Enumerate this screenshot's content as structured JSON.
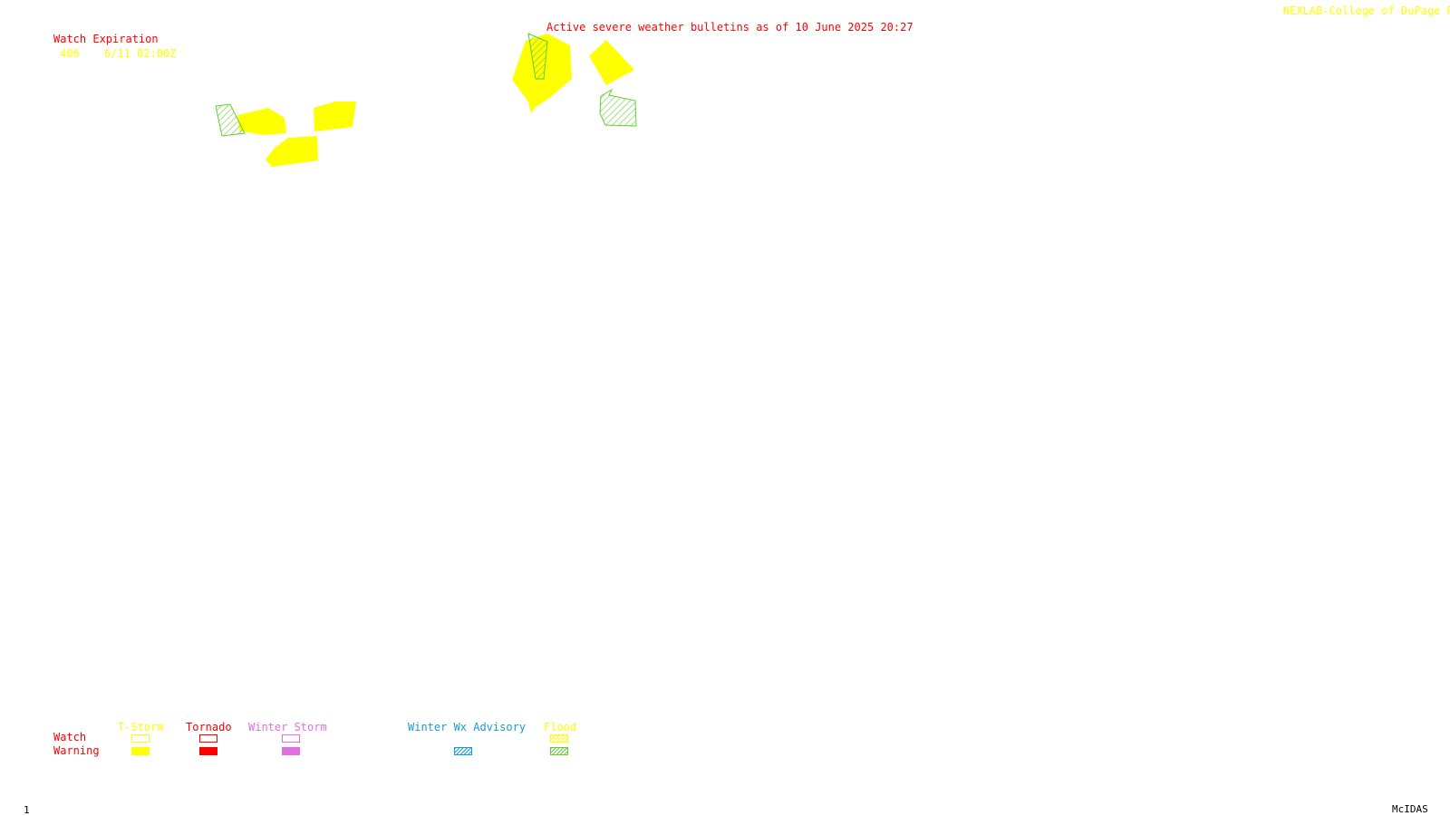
{
  "header": {
    "title": "Active severe weather bulletins as of 10 June 2025 20:27",
    "credit": "NEXLAB-College of DuPage R"
  },
  "watch_table": {
    "heading": "Watch Expiration",
    "rows": [
      {
        "watch": "406",
        "expiration": "6/11 02:00Z"
      }
    ]
  },
  "colors": {
    "tstorm": "#ffff00",
    "tornado": "#ff0000",
    "winter_storm": "#e070e0",
    "winter_wx_advisory": "#1a9bd6",
    "flood": "#66cc33",
    "heading": "#ff0000"
  },
  "legend": {
    "row_watch": "Watch",
    "row_warning": "Warning",
    "columns": [
      {
        "label": "T-Storm",
        "color": "#ffff00",
        "watch": "outline",
        "warning": "solid"
      },
      {
        "label": "Tornado",
        "color": "#ff0000",
        "watch": "outline",
        "warning": "solid"
      },
      {
        "label": "Winter Storm",
        "color": "#e070e0",
        "watch": "outline",
        "warning": "solid"
      },
      {
        "label": "Winter Wx Advisory",
        "color": "#1a9bd6",
        "watch": "none",
        "warning": "hatched"
      },
      {
        "label": "Flood",
        "color": "#66cc33",
        "watch": "hatched",
        "warning": "hatched"
      }
    ]
  },
  "footer": {
    "frame": "1",
    "software": "McIDAS"
  }
}
